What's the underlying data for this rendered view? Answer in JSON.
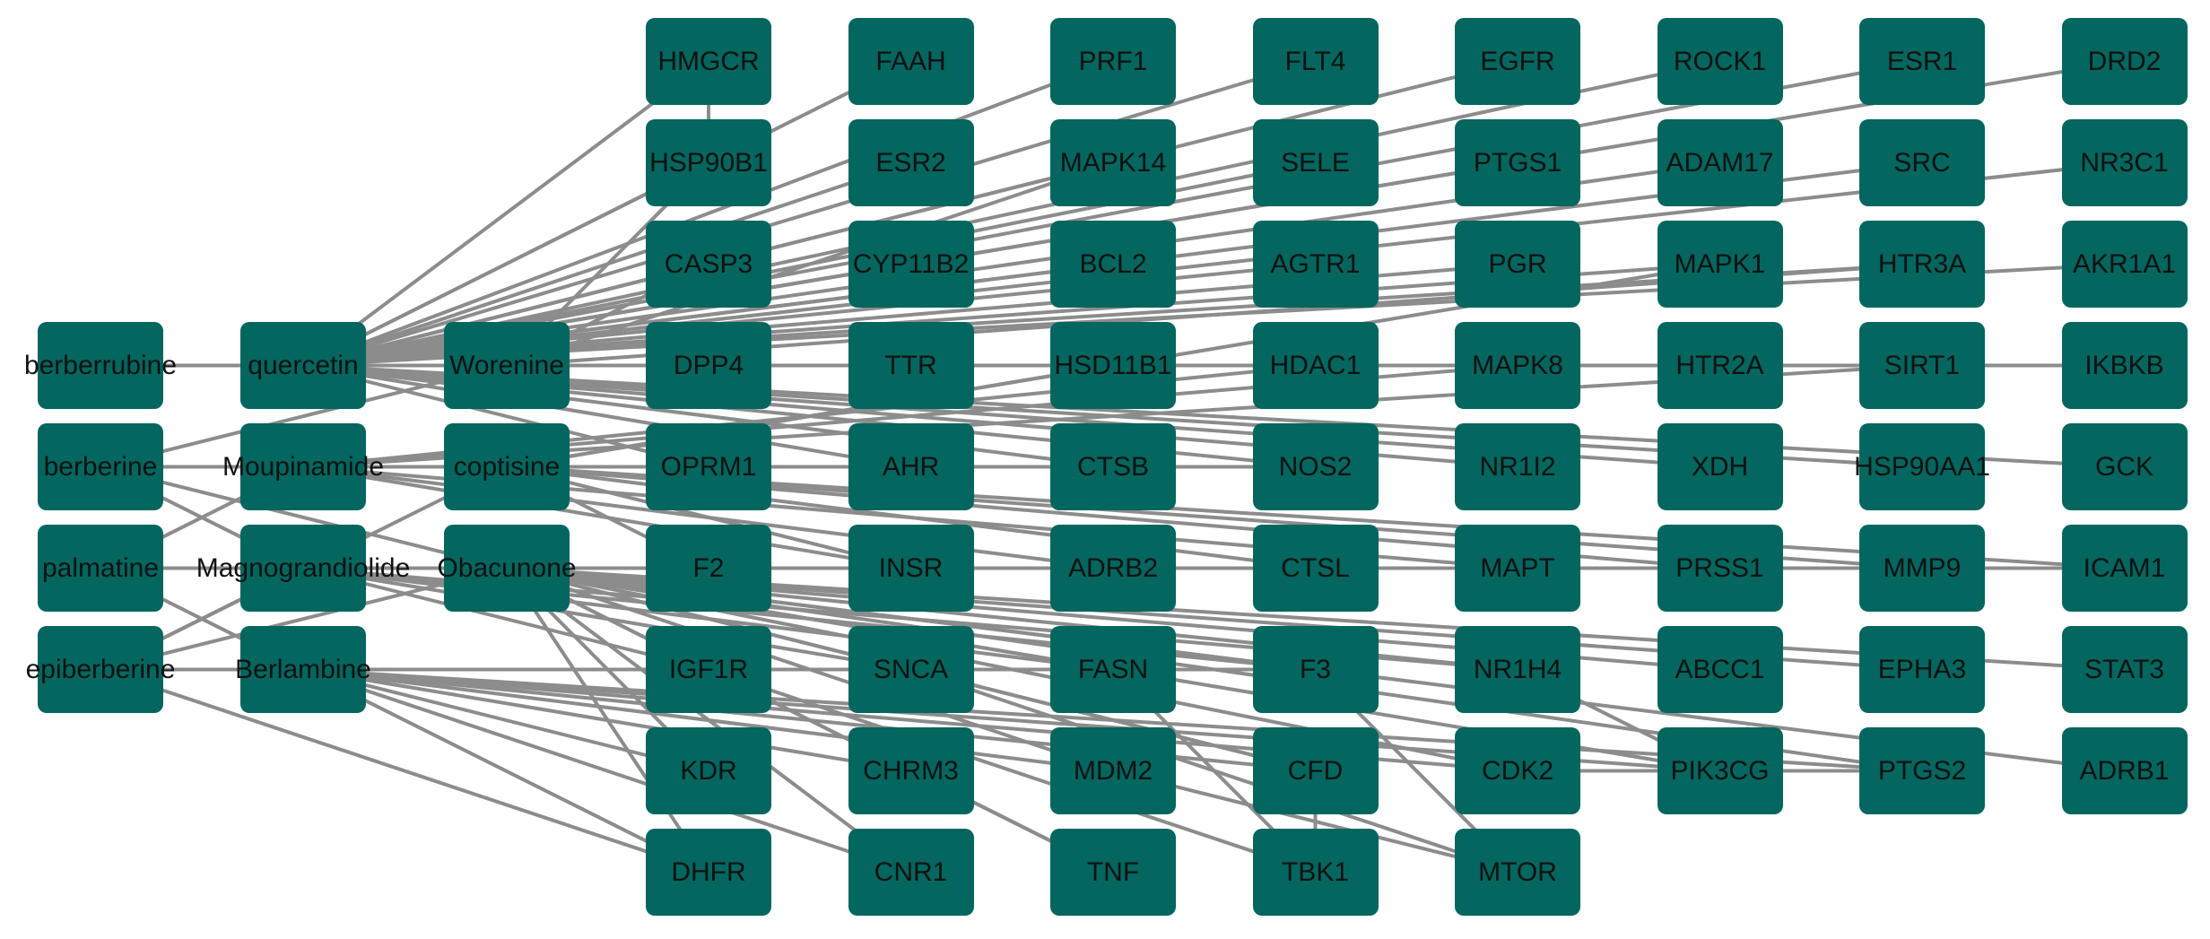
{
  "style": {
    "node_color": "#03665f",
    "edge_color": "#8c8c8c",
    "label_color": "#111111",
    "background": "#ffffff"
  },
  "herbs": [
    "berberrubine",
    "berberine",
    "palmatine",
    "epiberberine"
  ],
  "compounds_col1": [
    "quercetin",
    "Moupinamide",
    "Magnograndiolide",
    "Berlambine"
  ],
  "compounds_col2": [
    "Worenine",
    "coptisine",
    "Obacunone"
  ],
  "targets": [
    [
      "HMGCR",
      "HSP90B1",
      "CASP3",
      "DPP4",
      "OPRM1",
      "F2",
      "IGF1R",
      "KDR",
      "DHFR"
    ],
    [
      "FAAH",
      "ESR2",
      "CYP11B2",
      "TTR",
      "AHR",
      "INSR",
      "SNCA",
      "CHRM3",
      "CNR1"
    ],
    [
      "PRF1",
      "MAPK14",
      "BCL2",
      "HSD11B1",
      "CTSB",
      "ADRB2",
      "FASN",
      "MDM2",
      "TNF"
    ],
    [
      "FLT4",
      "SELE",
      "AGTR1",
      "HDAC1",
      "NOS2",
      "CTSL",
      "F3",
      "CFD",
      "TBK1"
    ],
    [
      "EGFR",
      "PTGS1",
      "PGR",
      "MAPK8",
      "NR1I2",
      "MAPT",
      "NR1H4",
      "CDK2",
      "MTOR"
    ],
    [
      "ROCK1",
      "ADAM17",
      "MAPK1",
      "HTR2A",
      "XDH",
      "PRSS1",
      "ABCC1",
      "PIK3CG"
    ],
    [
      "ESR1",
      "SRC",
      "HTR3A",
      "SIRT1",
      "HSP90AA1",
      "MMP9",
      "EPHA3",
      "PTGS2"
    ],
    [
      "DRD2",
      "NR3C1",
      "AKR1A1",
      "IKBKB",
      "GCK",
      "ICAM1",
      "STAT3",
      "ADRB1"
    ]
  ],
  "edges": [
    [
      "berberrubine",
      "quercetin"
    ],
    [
      "berberine",
      "Moupinamide"
    ],
    [
      "berberine",
      "Magnograndiolide"
    ],
    [
      "berberine",
      "Worenine"
    ],
    [
      "berberine",
      "coptisine"
    ],
    [
      "berberine",
      "Obacunone"
    ],
    [
      "palmatine",
      "Moupinamide"
    ],
    [
      "palmatine",
      "Magnograndiolide"
    ],
    [
      "palmatine",
      "Berlambine"
    ],
    [
      "palmatine",
      "Obacunone"
    ],
    [
      "epiberberine",
      "Magnograndiolide"
    ],
    [
      "epiberberine",
      "Berlambine"
    ],
    [
      "epiberberine",
      "Obacunone"
    ],
    [
      "epiberberine",
      "coptisine"
    ],
    [
      "quercetin",
      "Worenine"
    ],
    [
      "Moupinamide",
      "coptisine"
    ],
    [
      "Magnograndiolide",
      "Obacunone"
    ],
    [
      "quercetin",
      "HMGCR"
    ],
    [
      "quercetin",
      "FAAH"
    ],
    [
      "quercetin",
      "PRF1"
    ],
    [
      "quercetin",
      "FLT4"
    ],
    [
      "quercetin",
      "EGFR"
    ],
    [
      "quercetin",
      "ROCK1"
    ],
    [
      "quercetin",
      "ESR1"
    ],
    [
      "quercetin",
      "DRD2"
    ],
    [
      "quercetin",
      "HSP90B1"
    ],
    [
      "quercetin",
      "CASP3"
    ],
    [
      "quercetin",
      "ESR2"
    ],
    [
      "quercetin",
      "MAPK14"
    ],
    [
      "quercetin",
      "SELE"
    ],
    [
      "quercetin",
      "PTGS1"
    ],
    [
      "quercetin",
      "ADAM17"
    ],
    [
      "quercetin",
      "SRC"
    ],
    [
      "quercetin",
      "CYP11B2"
    ],
    [
      "quercetin",
      "BCL2"
    ],
    [
      "quercetin",
      "AGTR1"
    ],
    [
      "quercetin",
      "PGR"
    ],
    [
      "quercetin",
      "MAPK1"
    ],
    [
      "quercetin",
      "HTR3A"
    ],
    [
      "quercetin",
      "TTR"
    ],
    [
      "quercetin",
      "HSD11B1"
    ],
    [
      "quercetin",
      "HDAC1"
    ],
    [
      "quercetin",
      "MAPK8"
    ],
    [
      "quercetin",
      "SIRT1"
    ],
    [
      "quercetin",
      "IKBKB"
    ],
    [
      "quercetin",
      "AKR1A1"
    ],
    [
      "quercetin",
      "NR3C1"
    ],
    [
      "quercetin",
      "DPP4"
    ],
    [
      "quercetin",
      "OPRM1"
    ],
    [
      "quercetin",
      "AHR"
    ],
    [
      "quercetin",
      "CTSB"
    ],
    [
      "quercetin",
      "NOS2"
    ],
    [
      "quercetin",
      "NR1I2"
    ],
    [
      "quercetin",
      "XDH"
    ],
    [
      "quercetin",
      "HSP90AA1"
    ],
    [
      "quercetin",
      "GCK"
    ],
    [
      "Worenine",
      "HSP90B1"
    ],
    [
      "Worenine",
      "DPP4"
    ],
    [
      "Worenine",
      "TTR"
    ],
    [
      "Worenine",
      "HTR2A"
    ],
    [
      "Worenine",
      "HTR3A"
    ],
    [
      "Worenine",
      "MAPK14"
    ],
    [
      "Worenine",
      "CASP3"
    ],
    [
      "Moupinamide",
      "MAPK8"
    ],
    [
      "Moupinamide",
      "ADRB2"
    ],
    [
      "Moupinamide",
      "INSR"
    ],
    [
      "Moupinamide",
      "HDAC1"
    ],
    [
      "Moupinamide",
      "SIRT1"
    ],
    [
      "Moupinamide",
      "MAPT"
    ],
    [
      "coptisine",
      "OPRM1"
    ],
    [
      "coptisine",
      "AHR"
    ],
    [
      "coptisine",
      "CTSB"
    ],
    [
      "coptisine",
      "NOS2"
    ],
    [
      "coptisine",
      "CTSL"
    ],
    [
      "coptisine",
      "F2"
    ],
    [
      "coptisine",
      "INSR"
    ],
    [
      "coptisine",
      "MMP9"
    ],
    [
      "coptisine",
      "ICAM1"
    ],
    [
      "coptisine",
      "PRSS1"
    ],
    [
      "coptisine",
      "HSD11B1"
    ],
    [
      "coptisine",
      "MAPK1"
    ],
    [
      "Magnograndiolide",
      "F2"
    ],
    [
      "Magnograndiolide",
      "IGF1R"
    ],
    [
      "Magnograndiolide",
      "SNCA"
    ],
    [
      "Magnograndiolide",
      "FASN"
    ],
    [
      "Magnograndiolide",
      "F3"
    ],
    [
      "Magnograndiolide",
      "NR1H4"
    ],
    [
      "Obacunone",
      "F2"
    ],
    [
      "Obacunone",
      "INSR"
    ],
    [
      "Obacunone",
      "ADRB2"
    ],
    [
      "Obacunone",
      "CTSL"
    ],
    [
      "Obacunone",
      "MAPT"
    ],
    [
      "Obacunone",
      "PRSS1"
    ],
    [
      "Obacunone",
      "MMP9"
    ],
    [
      "Obacunone",
      "ICAM1"
    ],
    [
      "Obacunone",
      "IGF1R"
    ],
    [
      "Obacunone",
      "SNCA"
    ],
    [
      "Obacunone",
      "FASN"
    ],
    [
      "Obacunone",
      "F3"
    ],
    [
      "Obacunone",
      "NR1H4"
    ],
    [
      "Obacunone",
      "ABCC1"
    ],
    [
      "Obacunone",
      "EPHA3"
    ],
    [
      "Obacunone",
      "STAT3"
    ],
    [
      "Obacunone",
      "KDR"
    ],
    [
      "Obacunone",
      "CHRM3"
    ],
    [
      "Obacunone",
      "MDM2"
    ],
    [
      "Obacunone",
      "CFD"
    ],
    [
      "Obacunone",
      "CDK2"
    ],
    [
      "Obacunone",
      "PIK3CG"
    ],
    [
      "Obacunone",
      "PTGS2"
    ],
    [
      "Obacunone",
      "ADRB1"
    ],
    [
      "Obacunone",
      "DHFR"
    ],
    [
      "Obacunone",
      "CNR1"
    ],
    [
      "Berlambine",
      "KDR"
    ],
    [
      "Berlambine",
      "CHRM3"
    ],
    [
      "Berlambine",
      "MDM2"
    ],
    [
      "Berlambine",
      "CDK2"
    ],
    [
      "Berlambine",
      "PIK3CG"
    ],
    [
      "Berlambine",
      "PTGS2"
    ],
    [
      "Berlambine",
      "DHFR"
    ],
    [
      "Berlambine",
      "CNR1"
    ],
    [
      "Berlambine",
      "IGF1R"
    ],
    [
      "Berlambine",
      "F3"
    ],
    [
      "Berlambine",
      "CFD"
    ],
    [
      "epiberberine",
      "DHFR"
    ],
    [
      "HMGCR",
      "HSP90B1"
    ],
    [
      "IGF1R",
      "TNF"
    ],
    [
      "IGF1R",
      "TBK1"
    ],
    [
      "SNCA",
      "MTOR"
    ],
    [
      "MDM2",
      "MTOR"
    ],
    [
      "CHRM3",
      "TNF"
    ],
    [
      "CFD",
      "TBK1"
    ],
    [
      "F3",
      "MTOR"
    ],
    [
      "FASN",
      "TBK1"
    ],
    [
      "SNCA",
      "CFD"
    ],
    [
      "CDK2",
      "PTGS2"
    ],
    [
      "NR1H4",
      "PIK3CG"
    ]
  ]
}
